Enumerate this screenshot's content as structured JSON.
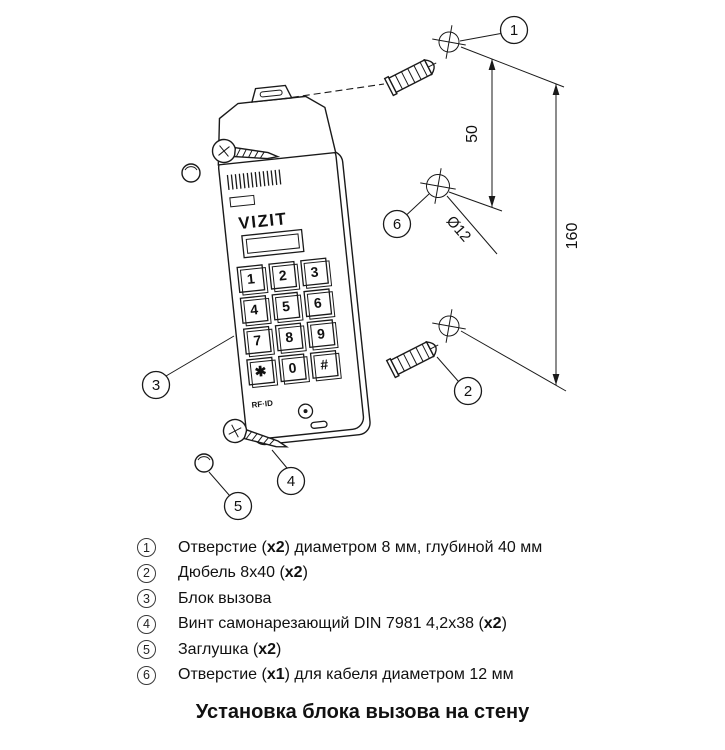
{
  "colors": {
    "ink": "#1a1a1a",
    "background": "#ffffff"
  },
  "diagram": {
    "unit": {
      "brand": "VIZIT",
      "bottom_label": "RF·ID",
      "keys": [
        "1",
        "2",
        "3",
        "4",
        "5",
        "6",
        "7",
        "8",
        "9",
        "✱",
        "0",
        "#"
      ]
    },
    "callouts": {
      "n1": "1",
      "n2": "2",
      "n3": "3",
      "n4": "4",
      "n5": "5",
      "n6": "6"
    },
    "dimensions": {
      "d50": "50",
      "d160": "160",
      "dia12": "Ø12"
    }
  },
  "legend": {
    "items": [
      {
        "num": "1",
        "pre": "Отверстие (",
        "bold": "х2",
        "post": ") диаметром 8 мм, глубиной 40 мм"
      },
      {
        "num": "2",
        "pre": "Дюбель 8х40 (",
        "bold": "х2",
        "post": ")"
      },
      {
        "num": "3",
        "pre": "Блок вызова",
        "bold": "",
        "post": ""
      },
      {
        "num": "4",
        "pre": "Винт самонарезающий DIN 7981 4,2х38 (",
        "bold": "х2",
        "post": ")"
      },
      {
        "num": "5",
        "pre": "Заглушка (",
        "bold": "х2",
        "post": ")"
      },
      {
        "num": "6",
        "pre": "Отверстие (",
        "bold": "х1",
        "post": ") для кабеля диаметром 12 мм"
      }
    ]
  },
  "title": "Установка блока вызова на стену"
}
